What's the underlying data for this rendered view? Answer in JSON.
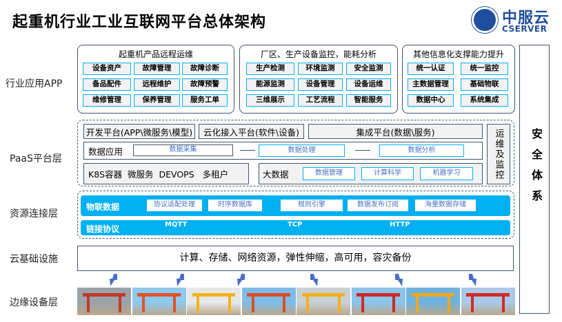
{
  "title": "起重机行业工业互联网平台总体架构",
  "logo": {
    "cn": "中服云",
    "en": "CSERVER"
  },
  "layers": [
    "行业应用APP",
    "PaaS平台层",
    "资源连接层",
    "云基础设施",
    "边缘设备层"
  ],
  "apps": [
    {
      "title": "起重机产品远程运维",
      "items": [
        "设备资产",
        "故障管理",
        "故障诊断",
        "备品配件",
        "远程维护",
        "故障预警",
        "维修管理",
        "保养管理",
        "服务工单"
      ]
    },
    {
      "title": "厂区、生产设备监控，能耗分析",
      "items": [
        "生产检测",
        "环境监测",
        "安全监测",
        "能源监测",
        "设备管理",
        "设备运维",
        "三维展示",
        "工艺流程",
        "智能服务"
      ]
    },
    {
      "title": "其他信息化支撑能力提升",
      "items": [
        "统一认证",
        "统一监控",
        "主数据管理",
        "基础物联",
        "数据中心",
        "系统集成"
      ]
    }
  ],
  "security": "安全体系",
  "paas": {
    "platforms": [
      "开发平台(APP\\微服务\\模型)",
      "云化接入平台(软件\\设备)",
      "集成平台(数据\\服务)"
    ],
    "ops": "运维及监控",
    "data_app": {
      "label": "数据应用",
      "steps": [
        "数据采集",
        "数据处理",
        "数据分析"
      ]
    },
    "infra": "K8S容器  微服务  DEVOPS   多租户",
    "bigdata": {
      "label": "大数据",
      "items": [
        "数据管理",
        "计算科学",
        "机器学习"
      ]
    }
  },
  "resource": {
    "iot": {
      "label": "物联数据",
      "items": [
        "协议适配处理",
        "时序数据库",
        "规则引擎",
        "数据发布订阅",
        "海量数据存储"
      ]
    },
    "protocol": {
      "label": "链接协议",
      "items": [
        "MQTT",
        "TCP",
        "HTTP"
      ]
    }
  },
  "cloud": "计算、存储、网络资源，弹性伸缩，高可用，容灾备份",
  "colors": {
    "accent": "#00b0f0",
    "border": "#44546a",
    "brand": "#1f4e9c"
  }
}
